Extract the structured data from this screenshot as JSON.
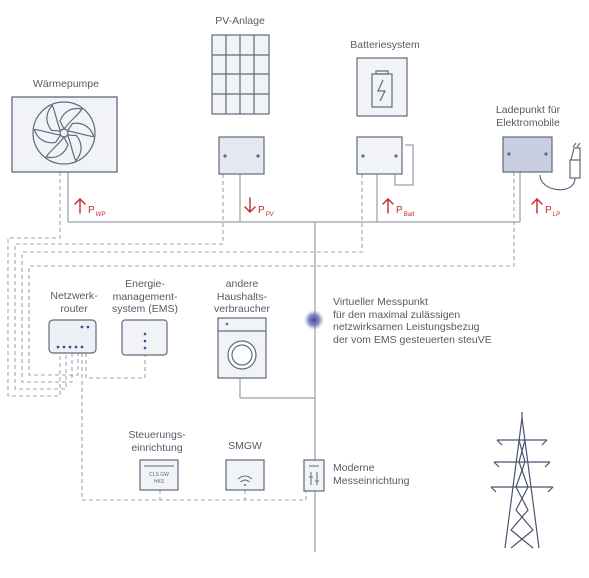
{
  "labels": {
    "heat_pump": "Wärmepumpe",
    "pv_system": "PV-Anlage",
    "battery_system": "Batteriesystem",
    "ev_charger": "Ladepunkt für\nElektromobile",
    "network_router": "Netzwerk-\nrouter",
    "ems": "Energie-\nmanagement-\nsystem (EMS)",
    "other_consumers": "andere\nHaushalts-\nverbraucher",
    "virtual_point": "Virtueller Messpunkt\nfür den maximal zulässigen\nnetzwirksamen Leistungsbezug\nder vom EMS gesteuerten steuVE",
    "control_device": "Steuerungs-\neinrichtung",
    "smgw": "SMGW",
    "meter": "Moderne\nMesseinrichtung"
  },
  "power_flows": [
    {
      "symbol": "P",
      "subscript": "WP",
      "arrow": "up"
    },
    {
      "symbol": "P",
      "subscript": "PV",
      "arrow": "down"
    },
    {
      "symbol": "P",
      "subscript": "Batt",
      "arrow": "up"
    },
    {
      "symbol": "P",
      "subscript": "LP",
      "arrow": "up"
    }
  ],
  "device_text": {
    "control_device_line1": "CLS GW",
    "control_device_line2": "HKS"
  },
  "colors": {
    "line": "#9aa0a8",
    "dashed": "#a0a6ae",
    "device_stroke": "#5f6b7d",
    "device_fill": "#f1f3f7",
    "charger_fill": "#c9cde0",
    "accent_red": "#c8262b",
    "messpunkt": "#3d4d9a"
  }
}
